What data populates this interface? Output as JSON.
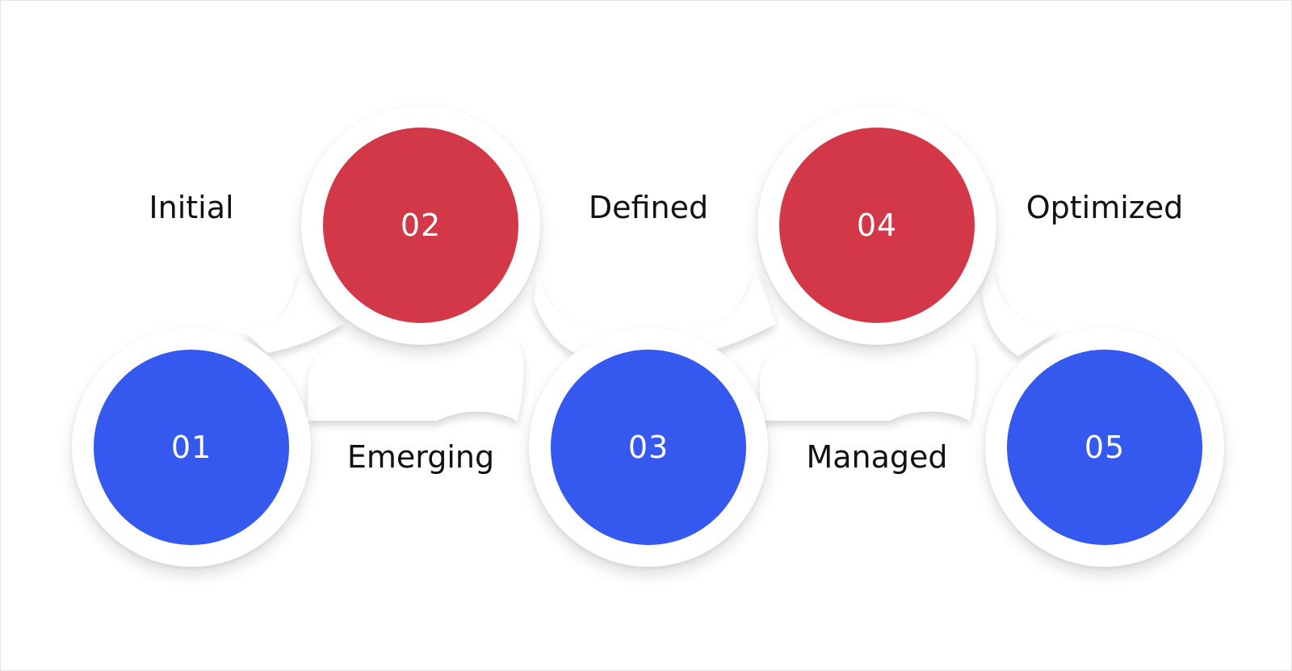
{
  "colors": {
    "blue": "#3558EE",
    "red": "#D33849",
    "label": "#111111"
  },
  "stages": [
    {
      "number": "01",
      "label": "Initial",
      "color": "blue",
      "row": "bottom",
      "label_position": "top"
    },
    {
      "number": "02",
      "label": "Emerging",
      "color": "red",
      "row": "top",
      "label_position": "bottom"
    },
    {
      "number": "03",
      "label": "Defined",
      "color": "blue",
      "row": "bottom",
      "label_position": "top"
    },
    {
      "number": "04",
      "label": "Managed",
      "color": "red",
      "row": "top",
      "label_position": "bottom"
    },
    {
      "number": "05",
      "label": "Optimized",
      "color": "blue",
      "row": "bottom",
      "label_position": "top"
    }
  ]
}
